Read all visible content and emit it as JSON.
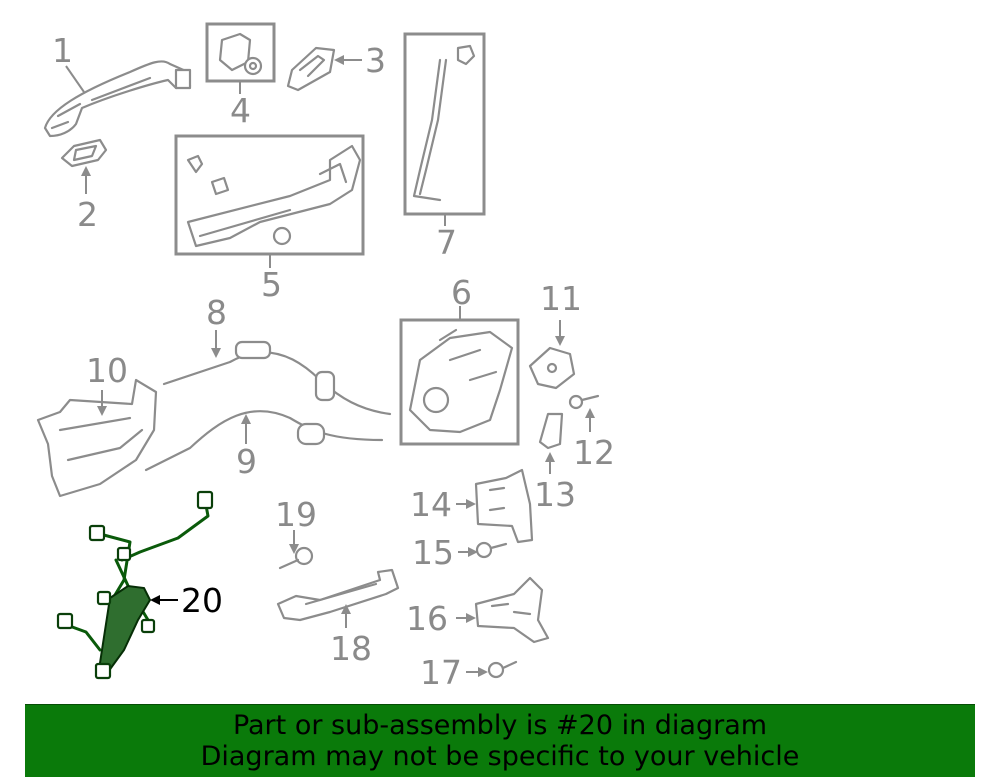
{
  "diagram": {
    "highlighted_callout": "20",
    "highlight_color": "#0a7a0a",
    "part_color": "#8c8c8c",
    "callouts": {
      "c1": "1",
      "c2": "2",
      "c3": "3",
      "c4": "4",
      "c5": "5",
      "c6": "6",
      "c7": "7",
      "c8": "8",
      "c9": "9",
      "c10": "10",
      "c11": "11",
      "c12": "12",
      "c13": "13",
      "c14": "14",
      "c15": "15",
      "c16": "16",
      "c17": "17",
      "c18": "18",
      "c19": "19",
      "c20": "20"
    }
  },
  "banner": {
    "line1": "Part or sub-assembly is #20 in diagram",
    "line2": "Diagram may not be specific to your vehicle",
    "background": "#0a7a0a"
  }
}
